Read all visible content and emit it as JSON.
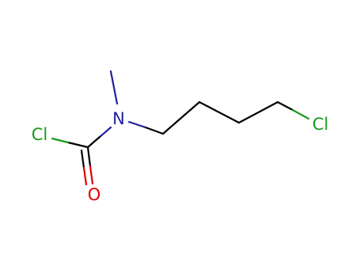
{
  "diagram": {
    "atoms": {
      "chlorine_left": {
        "text": "Cl",
        "color": "#1a9a1a"
      },
      "nitrogen": {
        "text": "N",
        "color": "#1f1fa0"
      },
      "oxygen": {
        "text": "O",
        "color": "#e00000"
      },
      "chlorine_right": {
        "text": "Cl",
        "color": "#1a9a1a"
      }
    },
    "bond_color": "#000000"
  }
}
